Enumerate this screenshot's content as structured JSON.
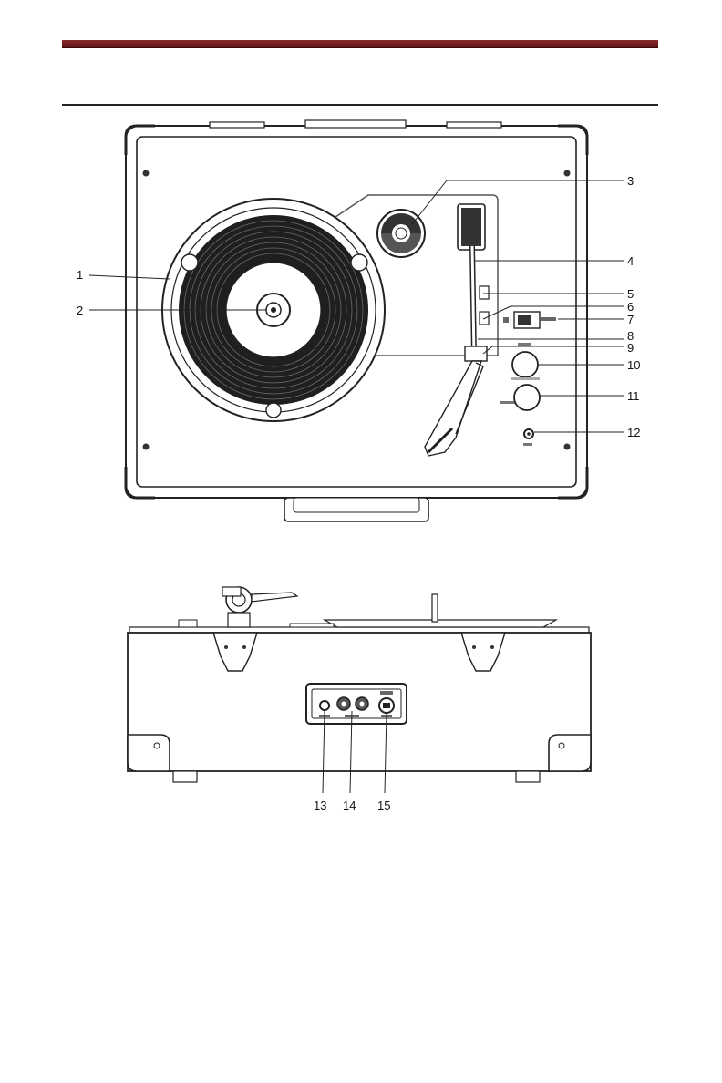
{
  "header": {
    "accent_color": "#7a1f1f"
  },
  "figure_top": {
    "callouts": [
      "1",
      "2",
      "3",
      "4",
      "5",
      "6",
      "7",
      "8",
      "9",
      "10",
      "11",
      "12"
    ]
  },
  "figure_bottom": {
    "callouts": [
      "13",
      "14",
      "15"
    ]
  }
}
